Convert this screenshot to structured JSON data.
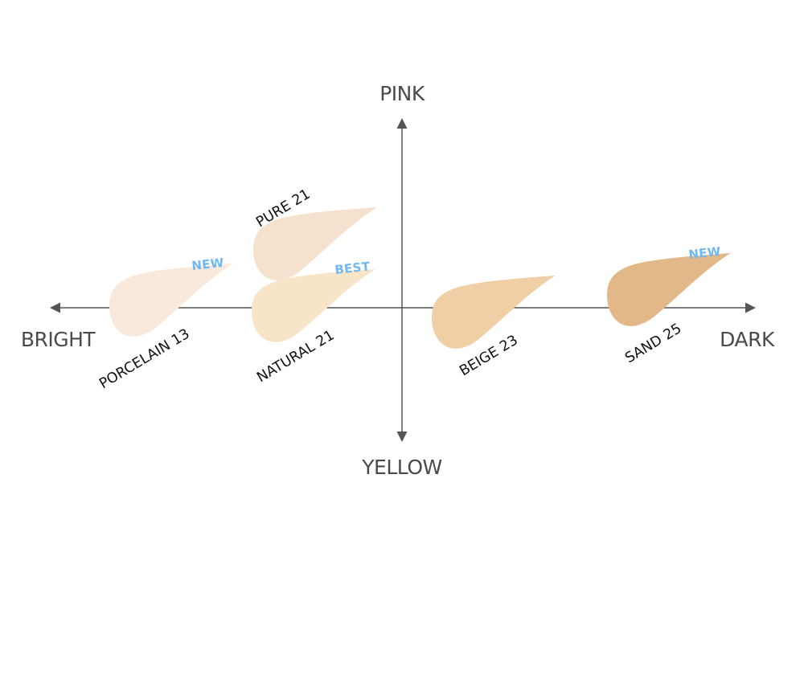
{
  "axes": {
    "top": "PINK",
    "bottom": "YELLOW",
    "left": "BRIGHT",
    "right": "DARK",
    "line_color": "#555555"
  },
  "swatches": [
    {
      "id": "porcelain-13",
      "name": "PORCELAIN 13",
      "badge": "NEW",
      "color": "#f9e8dc"
    },
    {
      "id": "pure-21",
      "name": "PURE 21",
      "badge": "",
      "color": "#f6e0ce"
    },
    {
      "id": "natural-21",
      "name": "NATURAL 21",
      "badge": "BEST",
      "color": "#f8e4c6"
    },
    {
      "id": "beige-23",
      "name": "BEIGE 23",
      "badge": "",
      "color": "#f0cfa7"
    },
    {
      "id": "sand-25",
      "name": "SAND 25",
      "badge": "NEW",
      "color": "#e3b888"
    }
  ],
  "badge_color": "#6fb8f0"
}
